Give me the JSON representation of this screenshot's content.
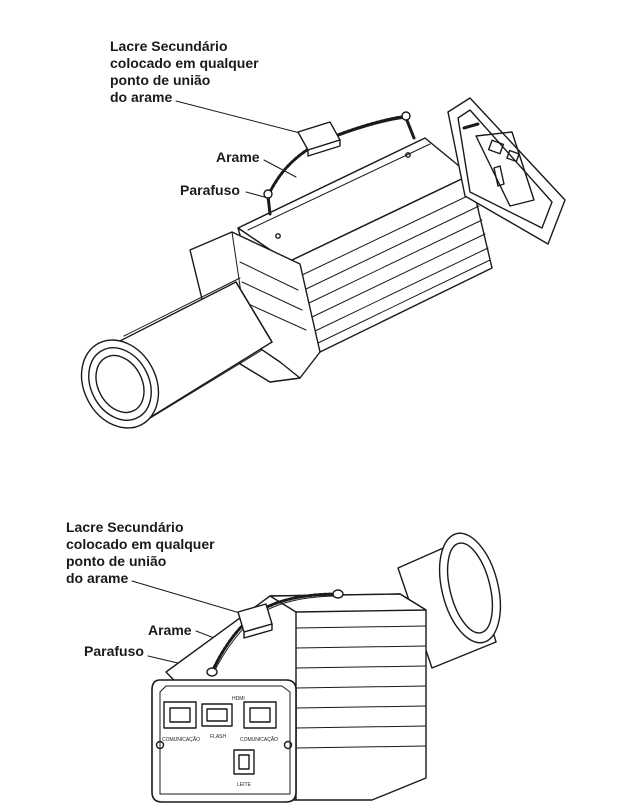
{
  "diagrams": [
    {
      "callout_seal": [
        "Lacre Secundário",
        "colocado em qualquer",
        "ponto de união",
        "do arame"
      ],
      "callout_wire": "Arame",
      "callout_screw": "Parafuso"
    },
    {
      "callout_seal": [
        "Lacre Secundário",
        "colocado em qualquer",
        "ponto de união",
        "do arame"
      ],
      "callout_wire": "Arame",
      "callout_screw": "Parafuso",
      "panel_labels": {
        "port_left": "COMUNICAÇÃO",
        "port_middle": "FLASH",
        "port_right": "COMUNICAÇÃO",
        "port_top": "HDMI",
        "jack": "LEITE"
      }
    }
  ]
}
